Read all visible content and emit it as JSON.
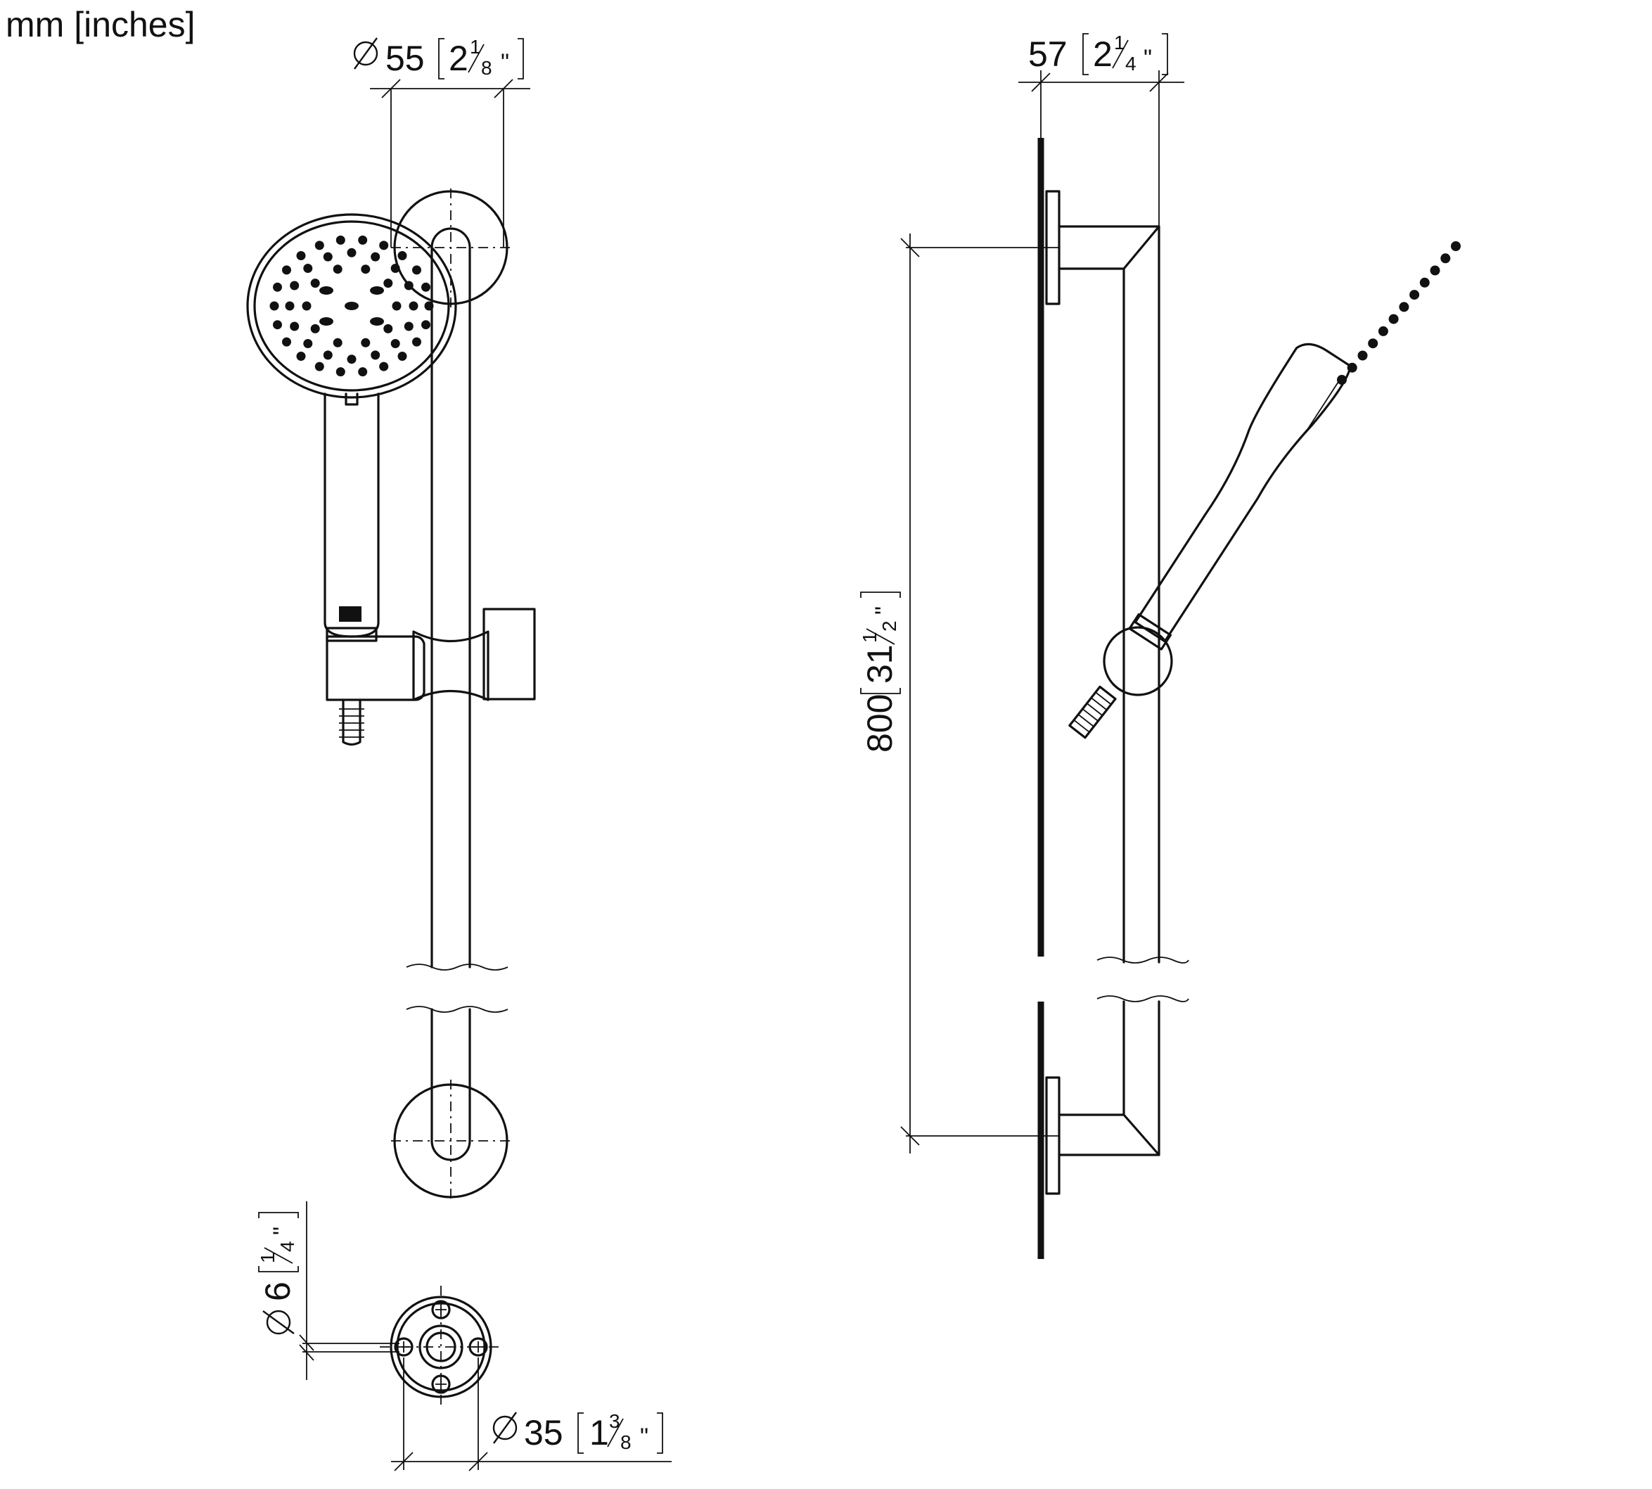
{
  "units_label": "mm [inches]",
  "dimensions": {
    "head_diameter": {
      "symbol": "⌀",
      "mm": "55",
      "whole": "2",
      "num": "1",
      "den": "8",
      "quote": "\""
    },
    "projection": {
      "mm": "57",
      "whole": "2",
      "num": "1",
      "den": "4",
      "quote": "\""
    },
    "length": {
      "mm": "800",
      "whole": "31",
      "num": "1",
      "den": "2",
      "quote": "\""
    },
    "screw": {
      "symbol": "⌀",
      "mm": "6",
      "num": "1",
      "den": "4",
      "quote": "\""
    },
    "flange": {
      "symbol": "⌀",
      "mm": "35",
      "whole": "1",
      "num": "3",
      "den": "8",
      "quote": "\""
    }
  },
  "colors": {
    "line": "#111111",
    "background": "#ffffff"
  }
}
